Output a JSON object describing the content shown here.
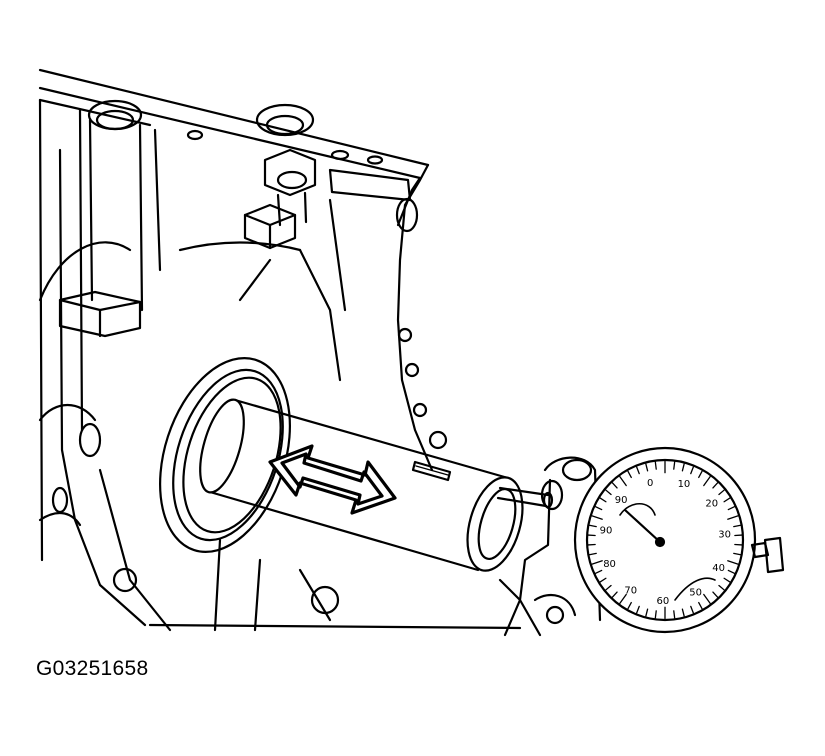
{
  "figure": {
    "id_label": "G03251658"
  },
  "dial_gauge": {
    "scale_labels": [
      "0",
      "10",
      "20",
      "30",
      "40",
      "50",
      "60",
      "70",
      "80",
      "90",
      "90"
    ]
  },
  "colors": {
    "line": "#000000",
    "background": "#ffffff"
  }
}
